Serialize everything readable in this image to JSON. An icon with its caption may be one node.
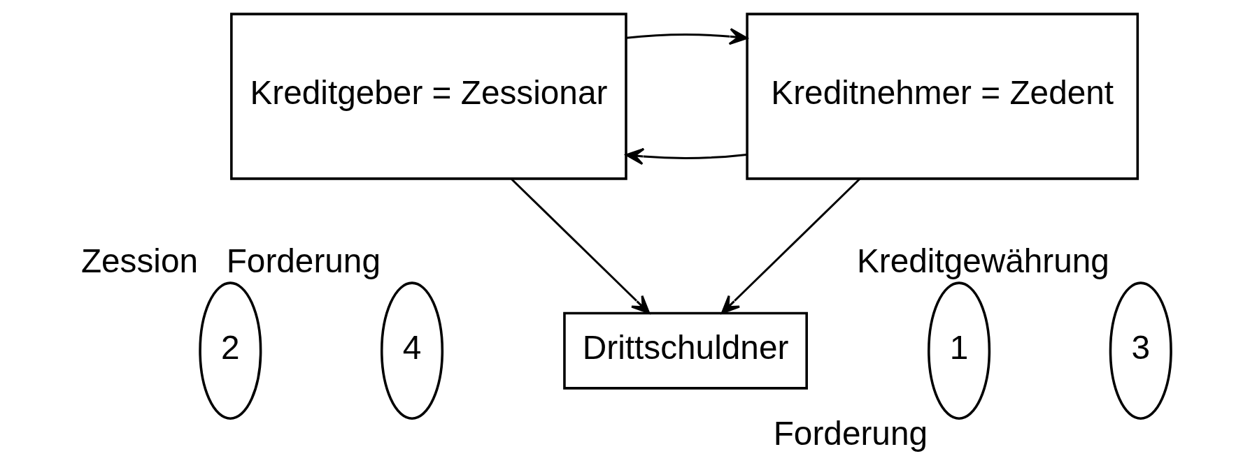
{
  "diagram": {
    "nodes": [
      {
        "text": [
          "Kreditgeber = Zessionar"
        ]
      },
      {
        "text": [
          "Kreditnehmer = Zedent"
        ]
      },
      {
        "text": [
          "Drittschuldner"
        ]
      },
      {
        "text": [
          "2"
        ],
        "beside": [
          "Zession"
        ]
      },
      {
        "text": [
          "3"
        ],
        "beside": [
          "Kreditgewährung"
        ]
      },
      {
        "text": [
          "4"
        ],
        "beside": [
          "Forderung"
        ]
      },
      {
        "text": [
          "1"
        ],
        "beside": [
          "Forderung"
        ]
      }
    ],
    "edges": [
      {
        "from": 1,
        "to": 0,
        "arrow": "to"
      },
      {
        "from": 0,
        "to": 1,
        "arrow": "to"
      },
      {
        "from": 0,
        "to": 2,
        "arrow": "to"
      },
      {
        "from": 1,
        "to": 2,
        "arrow": "to"
      }
    ]
  }
}
